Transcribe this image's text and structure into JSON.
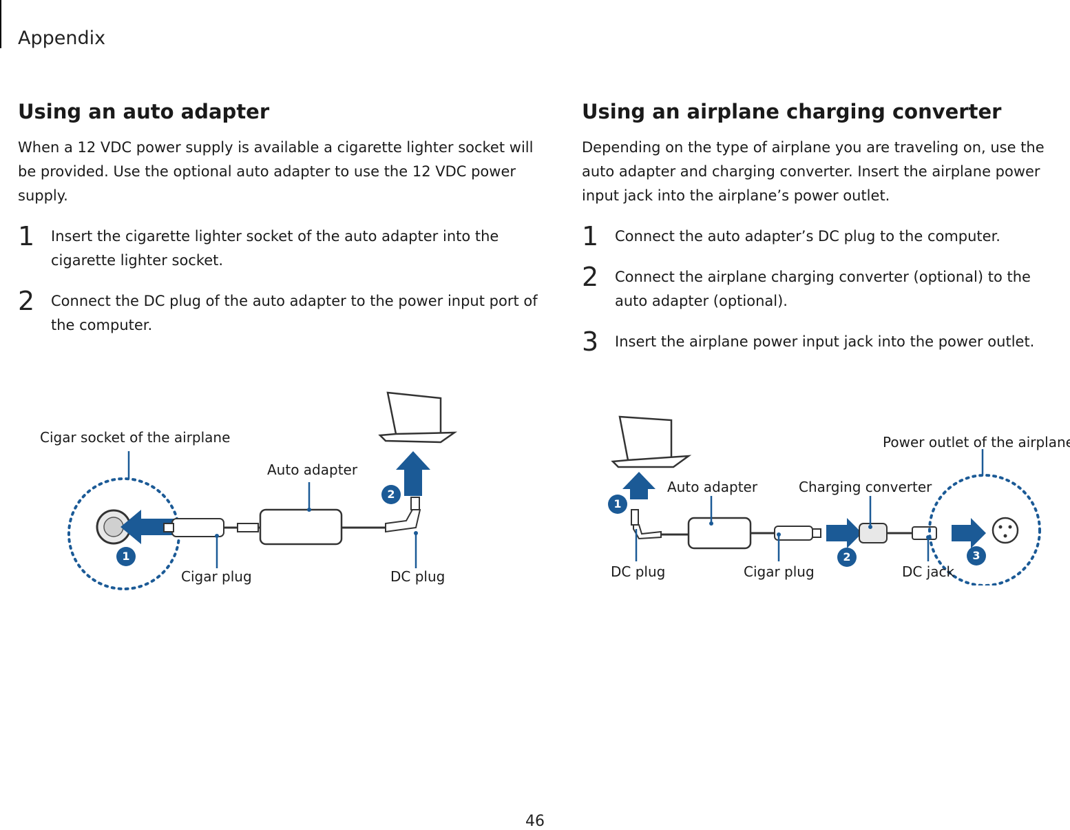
{
  "header": {
    "section": "Appendix"
  },
  "left": {
    "title": "Using an auto adapter",
    "intro": "When a 12 VDC power supply is available a cigarette lighter socket will be provided. Use the optional auto adapter to use the 12 VDC power supply.",
    "steps": [
      {
        "num": "1",
        "text": "Insert the cigarette lighter socket of the auto adapter into the cigarette lighter socket."
      },
      {
        "num": "2",
        "text": "Connect the DC plug of the auto adapter to the power input port of the computer."
      }
    ],
    "figure": {
      "labels": {
        "cigar_socket": "Cigar socket of the airplane",
        "auto_adapter": "Auto adapter",
        "cigar_plug": "Cigar plug",
        "dc_plug": "DC plug"
      },
      "badges": [
        "1",
        "2"
      ]
    }
  },
  "right": {
    "title": "Using an airplane charging converter",
    "intro": "Depending on the type of airplane you are traveling on, use the auto adapter and charging converter. Insert the airplane power input jack into the airplane’s power outlet.",
    "steps": [
      {
        "num": "1",
        "text": "Connect the auto adapter’s DC plug to the computer."
      },
      {
        "num": "2",
        "text": "Connect the airplane charging converter (optional) to the auto adapter (optional)."
      },
      {
        "num": "3",
        "text": "Insert the airplane power input jack into the power outlet."
      }
    ],
    "figure": {
      "labels": {
        "power_outlet": "Power outlet of the airplane",
        "auto_adapter": "Auto adapter",
        "charging_converter": "Charging converter",
        "dc_plug": "DC plug",
        "cigar_plug": "Cigar plug",
        "dc_jack": "DC jack"
      },
      "badges": [
        "1",
        "2",
        "3"
      ]
    }
  },
  "footer": {
    "page_number": "46"
  },
  "colors": {
    "accent_blue": "#1b5a96",
    "text": "#1a1a1a"
  }
}
